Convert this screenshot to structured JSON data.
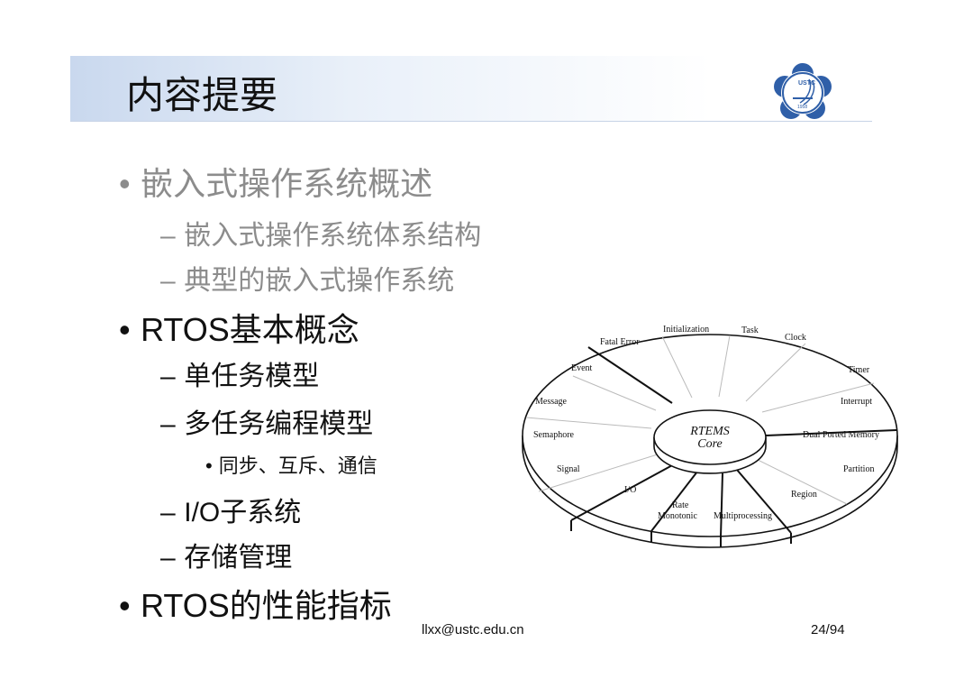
{
  "slide": {
    "title": "内容提要",
    "logo_text": "USTC",
    "logo_year": "1958",
    "items": [
      {
        "level": 1,
        "text": "嵌入式操作系统概述",
        "style": "gray"
      },
      {
        "level": 2,
        "text": "嵌入式操作系统体系结构",
        "style": "gray"
      },
      {
        "level": 2,
        "text": "典型的嵌入式操作系统",
        "style": "gray"
      },
      {
        "level": 1,
        "text": "RTOS基本概念",
        "style": "black"
      },
      {
        "level": 2,
        "text": "单任务模型",
        "style": "black"
      },
      {
        "level": 2,
        "text": "多任务编程模型",
        "style": "black"
      },
      {
        "level": 3,
        "text": "同步、互斥、通信",
        "style": "black"
      },
      {
        "level": 2,
        "text": "I/O子系统",
        "style": "black"
      },
      {
        "level": 2,
        "text": "存储管理",
        "style": "black"
      },
      {
        "level": 1,
        "text": "RTOS的性能指标",
        "style": "black"
      }
    ],
    "bullet_l1": "•",
    "bullet_l2": "–",
    "bullet_l3": "•"
  },
  "diagram": {
    "core_line1": "RTEMS",
    "core_line2": "Core",
    "labels": {
      "initialization": "Initialization",
      "task": "Task",
      "clock": "Clock",
      "fatal_error": "Fatal Error",
      "event": "Event",
      "timer": "Timer",
      "message": "Message",
      "interrupt": "Interrupt",
      "semaphore": "Semaphore",
      "dual_ported_memory": "Dual Ported Memory",
      "signal": "Signal",
      "partition": "Partition",
      "io": "I/O",
      "region": "Region",
      "rate": "Rate",
      "monotonic": "Monotonic",
      "multiprocessing": "Multiprocessing"
    }
  },
  "footer": {
    "email": "llxx@ustc.edu.cn",
    "page": "24/94"
  }
}
